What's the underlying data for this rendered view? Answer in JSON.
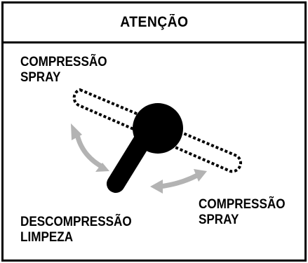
{
  "header": {
    "title": "ATENÇÃO"
  },
  "labels": {
    "compression_spray_top": [
      "COMPRESSÃO",
      "SPRAY"
    ],
    "compression_spray_bottom": [
      "COMPRESSÃO",
      "SPRAY"
    ],
    "decompression_cleaning": [
      "DESCOMPRESSÃO",
      "LIMPEZA"
    ]
  },
  "colors": {
    "border": "#000000",
    "background": "#ffffff",
    "lever": "#000000",
    "arrows": "#b3b3b3",
    "slot_outline": "#000000"
  },
  "icons": {
    "lever": "lever-knob-icon",
    "slot": "dotted-slot-icon",
    "arrow_left": "curved-double-arrow-icon",
    "arrow_right": "curved-double-arrow-icon"
  }
}
